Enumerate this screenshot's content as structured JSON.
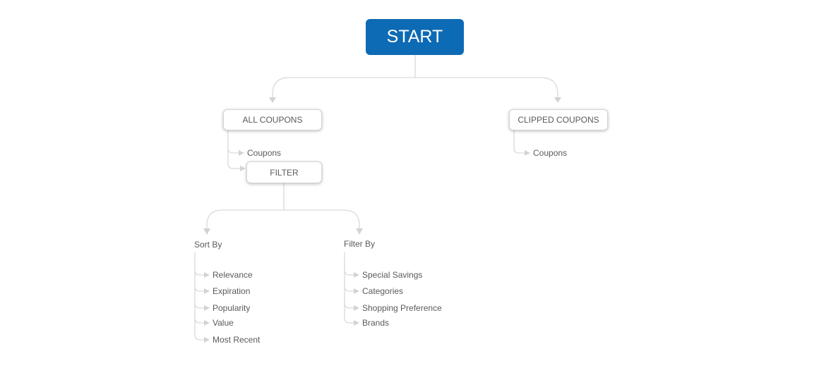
{
  "start": {
    "label": "START"
  },
  "all_coupons": {
    "label": "ALL COUPONS",
    "children": [
      "Coupons"
    ],
    "filter": {
      "label": "FILTER",
      "sort_by": {
        "label": "Sort By",
        "items": [
          "Relevance",
          "Expiration",
          "Popularity",
          "Value",
          "Most Recent"
        ]
      },
      "filter_by": {
        "label": "Filter By",
        "items": [
          "Special Savings",
          "Categories",
          "Shopping Preference",
          "Brands"
        ]
      }
    }
  },
  "clipped_coupons": {
    "label": "CLIPPED COUPONS",
    "children": [
      "Coupons"
    ]
  },
  "colors": {
    "start_fill": "#0d6ab5",
    "connector": "#d9d9d9",
    "text": "#5a5a5a"
  }
}
